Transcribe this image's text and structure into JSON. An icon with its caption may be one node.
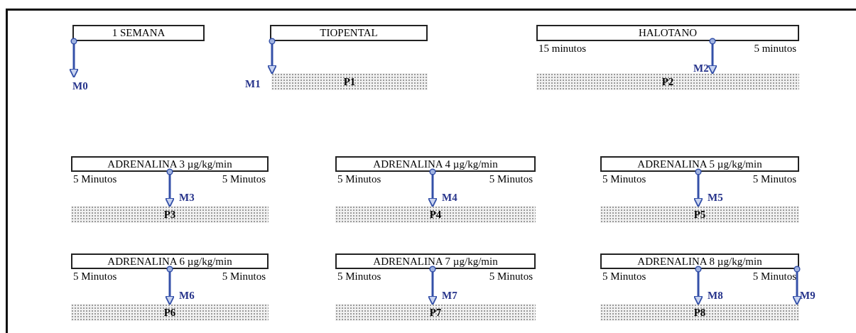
{
  "diagram": {
    "nodes": [
      {
        "text": [
          "1 SEMANA"
        ]
      },
      {
        "text": [
          "TIOPENTAL"
        ]
      },
      {
        "text": [
          "P1"
        ]
      },
      {
        "text": [
          "HALOTANO"
        ],
        "beside": [
          "15 minutos",
          "5 minutos"
        ]
      },
      {
        "text": [
          "P2"
        ]
      },
      {
        "text": [
          "ADRENALINA 3 µg/kg/min"
        ],
        "beside": [
          "5 Minutos",
          "5 Minutos"
        ]
      },
      {
        "text": [
          "P3"
        ]
      },
      {
        "text": [
          "ADRENALINA 4 µg/kg/min"
        ],
        "beside": [
          "5 Minutos",
          "5 Minutos"
        ]
      },
      {
        "text": [
          "P4"
        ]
      },
      {
        "text": [
          "ADRENALINA 5 µg/kg/min"
        ],
        "beside": [
          "5 Minutos",
          "5 Minutos"
        ]
      },
      {
        "text": [
          "P5"
        ]
      },
      {
        "text": [
          "ADRENALINA 6 µg/kg/min"
        ],
        "beside": [
          "5 Minutos",
          "5 Minutos"
        ]
      },
      {
        "text": [
          "P6"
        ]
      },
      {
        "text": [
          "ADRENALINA 7 µg/kg/min"
        ],
        "beside": [
          "5 Minutos",
          "5 Minutos"
        ]
      },
      {
        "text": [
          "P7"
        ]
      },
      {
        "text": [
          "ADRENALINA 8 µg/kg/min"
        ],
        "beside": [
          "5 Minutos",
          "5 Minutos"
        ]
      },
      {
        "text": [
          "P8"
        ]
      }
    ],
    "edges": [
      {
        "from": 0,
        "to": null,
        "arrow": "to",
        "label": "M0"
      },
      {
        "from": 1,
        "to": 2,
        "arrow": "to",
        "label": "M1"
      },
      {
        "from": 3,
        "to": 4,
        "arrow": "to",
        "label": "M2"
      },
      {
        "from": 5,
        "to": 6,
        "arrow": "to",
        "label": "M3"
      },
      {
        "from": 7,
        "to": 8,
        "arrow": "to",
        "label": "M4"
      },
      {
        "from": 9,
        "to": 10,
        "arrow": "to",
        "label": "M5"
      },
      {
        "from": 11,
        "to": 12,
        "arrow": "to",
        "label": "M6"
      },
      {
        "from": 13,
        "to": 14,
        "arrow": "to",
        "label": "M7"
      },
      {
        "from": 15,
        "to": 16,
        "arrow": "to",
        "label": "M8"
      },
      {
        "from": 15,
        "to": 16,
        "arrow": "to",
        "label": "M9"
      }
    ]
  }
}
